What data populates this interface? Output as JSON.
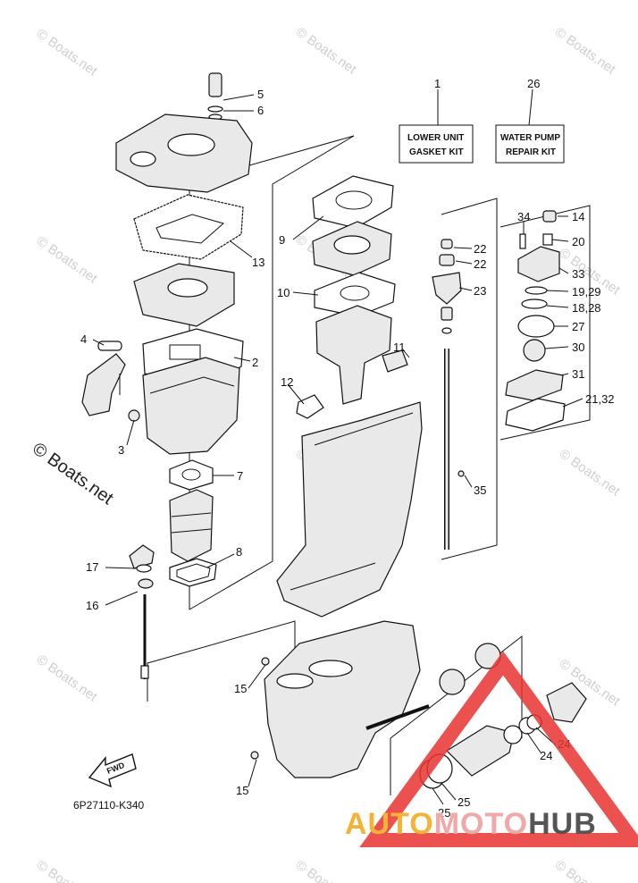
{
  "watermark": "© Boats.net",
  "copyright": "© Boats.net",
  "diagram_code": "6P27110-K340",
  "fwd_label": "FWD",
  "kit_boxes": [
    {
      "number": "1",
      "line1": "LOWER UNIT",
      "line2": "GASKET KIT"
    },
    {
      "number": "26",
      "line1": "WATER PUMP",
      "line2": "REPAIR KIT"
    }
  ],
  "callouts": {
    "c5": "5",
    "c6": "6",
    "c13": "13",
    "c9": "9",
    "c4": "4",
    "c2": "2",
    "c3": "3",
    "c7": "7",
    "c8": "8",
    "c17": "17",
    "c16": "16",
    "c10": "10",
    "c11": "11",
    "c12": "12",
    "c22a": "22",
    "c22b": "22",
    "c23": "23",
    "c35": "35",
    "c34": "34",
    "c14": "14",
    "c20": "20",
    "c33": "33",
    "c1929": "19,29",
    "c1828": "18,28",
    "c27": "27",
    "c30": "30",
    "c31": "31",
    "c2132": "21,32",
    "c15a": "15",
    "c15b": "15",
    "c24a": "24",
    "c24b": "24",
    "c25a": "25",
    "c25b": "25"
  },
  "logo": {
    "part1": "AUTO",
    "part2": "MOTO",
    "part3": "HUB",
    "colors": {
      "auto": "#f5b335",
      "moto": "#f0a8a8",
      "hub": "#555555",
      "triangle": "#e8332f"
    }
  }
}
